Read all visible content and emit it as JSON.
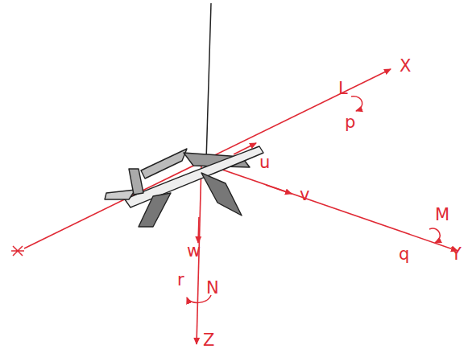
{
  "diagram": {
    "labels": [
      "L",
      "X",
      "p",
      "u",
      "v",
      "M",
      "q",
      "Y",
      "w",
      "N",
      "r",
      "Z"
    ]
  }
}
